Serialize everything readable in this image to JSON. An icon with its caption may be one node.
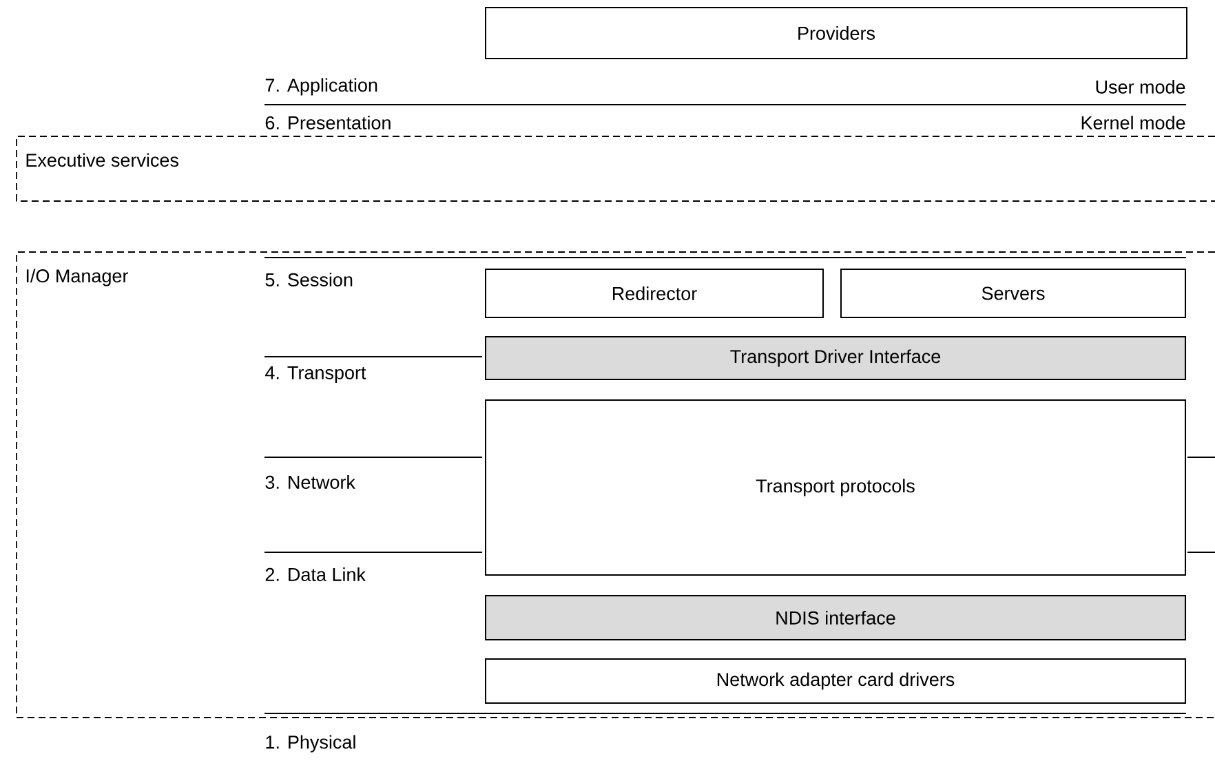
{
  "diagram": {
    "nodes": [
      {
        "text": [
          "Providers"
        ]
      },
      {
        "text": [
          "Executive services"
        ]
      },
      {
        "text": [
          "I/O Manager"
        ]
      },
      {
        "text": [
          "Redirector"
        ],
        "in": 2
      },
      {
        "text": [
          "Servers"
        ],
        "in": 2
      },
      {
        "text": [
          "Transport Driver Interface"
        ],
        "in": 2
      },
      {
        "text": [
          "Transport protocols"
        ],
        "in": 2
      },
      {
        "text": [
          "NDIS interface"
        ],
        "in": 2
      },
      {
        "text": [
          "Network adapter card drivers"
        ],
        "in": 2
      }
    ],
    "labels": [
      "7. Application",
      "User mode",
      "6. Presentation",
      "Kernel mode",
      "5. Session",
      "4. Transport",
      "3. Network",
      "2. Data Link",
      "1. Physical"
    ]
  }
}
